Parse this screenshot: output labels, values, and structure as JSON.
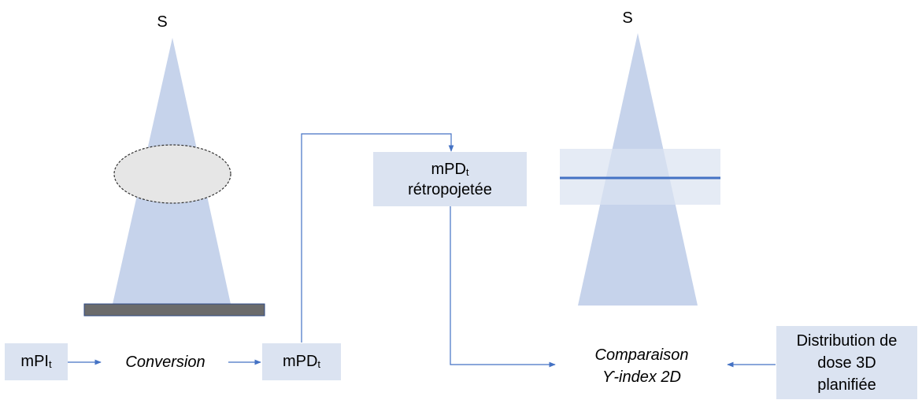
{
  "left_setup": {
    "source_label": "S"
  },
  "right_setup": {
    "source_label": "S"
  },
  "boxes": {
    "mpi": {
      "main": "mPI",
      "sub": "t"
    },
    "mpd": {
      "main": "mPD",
      "sub": "t"
    },
    "mpd_retro": {
      "main": "mPD",
      "sub": "t",
      "line2": "rétropojetée"
    },
    "distribution": {
      "line1": "Distribution de",
      "line2": "dose 3D",
      "line3": "planifiée"
    }
  },
  "steps": {
    "conversion": "Conversion",
    "comparison_line1": "Comparaison",
    "comparison_line2": "ϒ-index 2D"
  },
  "colors": {
    "beam": "#c6d3eb",
    "box": "#dbe3f1",
    "arrow": "#4472c4",
    "plane_line": "#4472c4",
    "detector": "#6b6b6b",
    "phantom": "#e6e6e6"
  }
}
